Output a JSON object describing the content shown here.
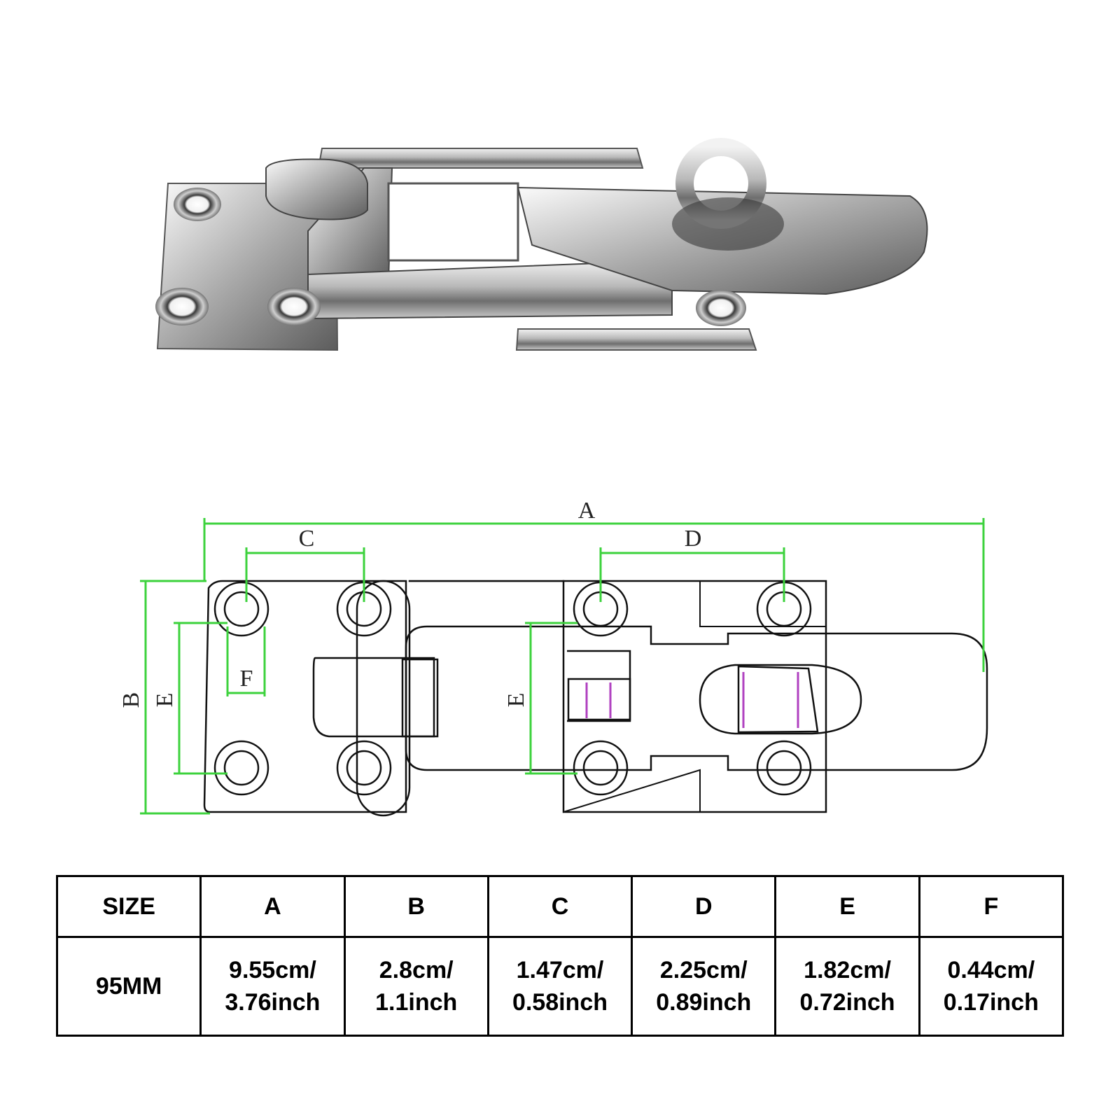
{
  "drawing": {
    "labels": {
      "a": "A",
      "b": "B",
      "c": "C",
      "d": "D",
      "e": "E",
      "f": "F"
    },
    "dimension_color": "#3cd23c",
    "accent_color": "#b040c0"
  },
  "spec_table": {
    "headers": [
      "SIZE",
      "A",
      "B",
      "C",
      "D",
      "E",
      "F"
    ],
    "row": {
      "size": "95MM",
      "values": [
        {
          "cm": "9.55cm/",
          "inch": "3.76inch"
        },
        {
          "cm": "2.8cm/",
          "inch": "1.1inch"
        },
        {
          "cm": "1.47cm/",
          "inch": "0.58inch"
        },
        {
          "cm": "2.25cm/",
          "inch": "0.89inch"
        },
        {
          "cm": "1.82cm/",
          "inch": "0.72inch"
        },
        {
          "cm": "0.44cm/",
          "inch": "0.17inch"
        }
      ]
    }
  }
}
